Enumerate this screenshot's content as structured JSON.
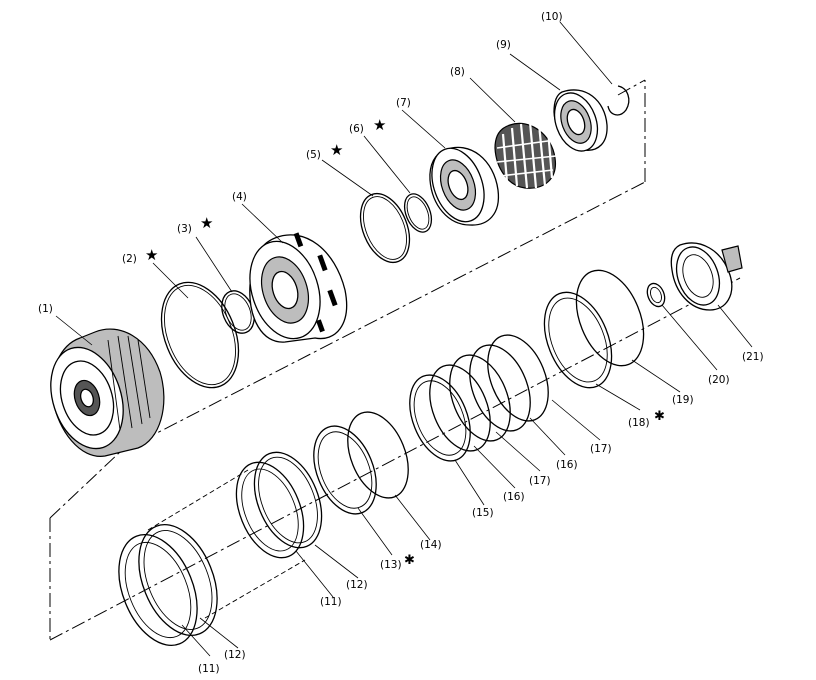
{
  "labels": [
    {
      "id": "p1",
      "text": "(1)"
    },
    {
      "id": "p2",
      "text": "(2)"
    },
    {
      "id": "p3",
      "text": "(3)"
    },
    {
      "id": "p4",
      "text": "(4)"
    },
    {
      "id": "p5",
      "text": "(5)"
    },
    {
      "id": "p6",
      "text": "(6)"
    },
    {
      "id": "p7",
      "text": "(7)"
    },
    {
      "id": "p8",
      "text": "(8)"
    },
    {
      "id": "p9",
      "text": "(9)"
    },
    {
      "id": "p10",
      "text": "(10)"
    },
    {
      "id": "p11a",
      "text": "(11)"
    },
    {
      "id": "p11b",
      "text": "(11)"
    },
    {
      "id": "p12a",
      "text": "(12)"
    },
    {
      "id": "p12b",
      "text": "(12)"
    },
    {
      "id": "p13",
      "text": "(13)"
    },
    {
      "id": "p14",
      "text": "(14)"
    },
    {
      "id": "p15",
      "text": "(15)"
    },
    {
      "id": "p16a",
      "text": "(16)"
    },
    {
      "id": "p16b",
      "text": "(16)"
    },
    {
      "id": "p17a",
      "text": "(17)"
    },
    {
      "id": "p17b",
      "text": "(17)"
    },
    {
      "id": "p18",
      "text": "(18)"
    },
    {
      "id": "p19",
      "text": "(19)"
    },
    {
      "id": "p20",
      "text": "(20)"
    },
    {
      "id": "p21",
      "text": "(21)"
    }
  ],
  "marks": {
    "star": "★",
    "asterisk": "✱"
  }
}
